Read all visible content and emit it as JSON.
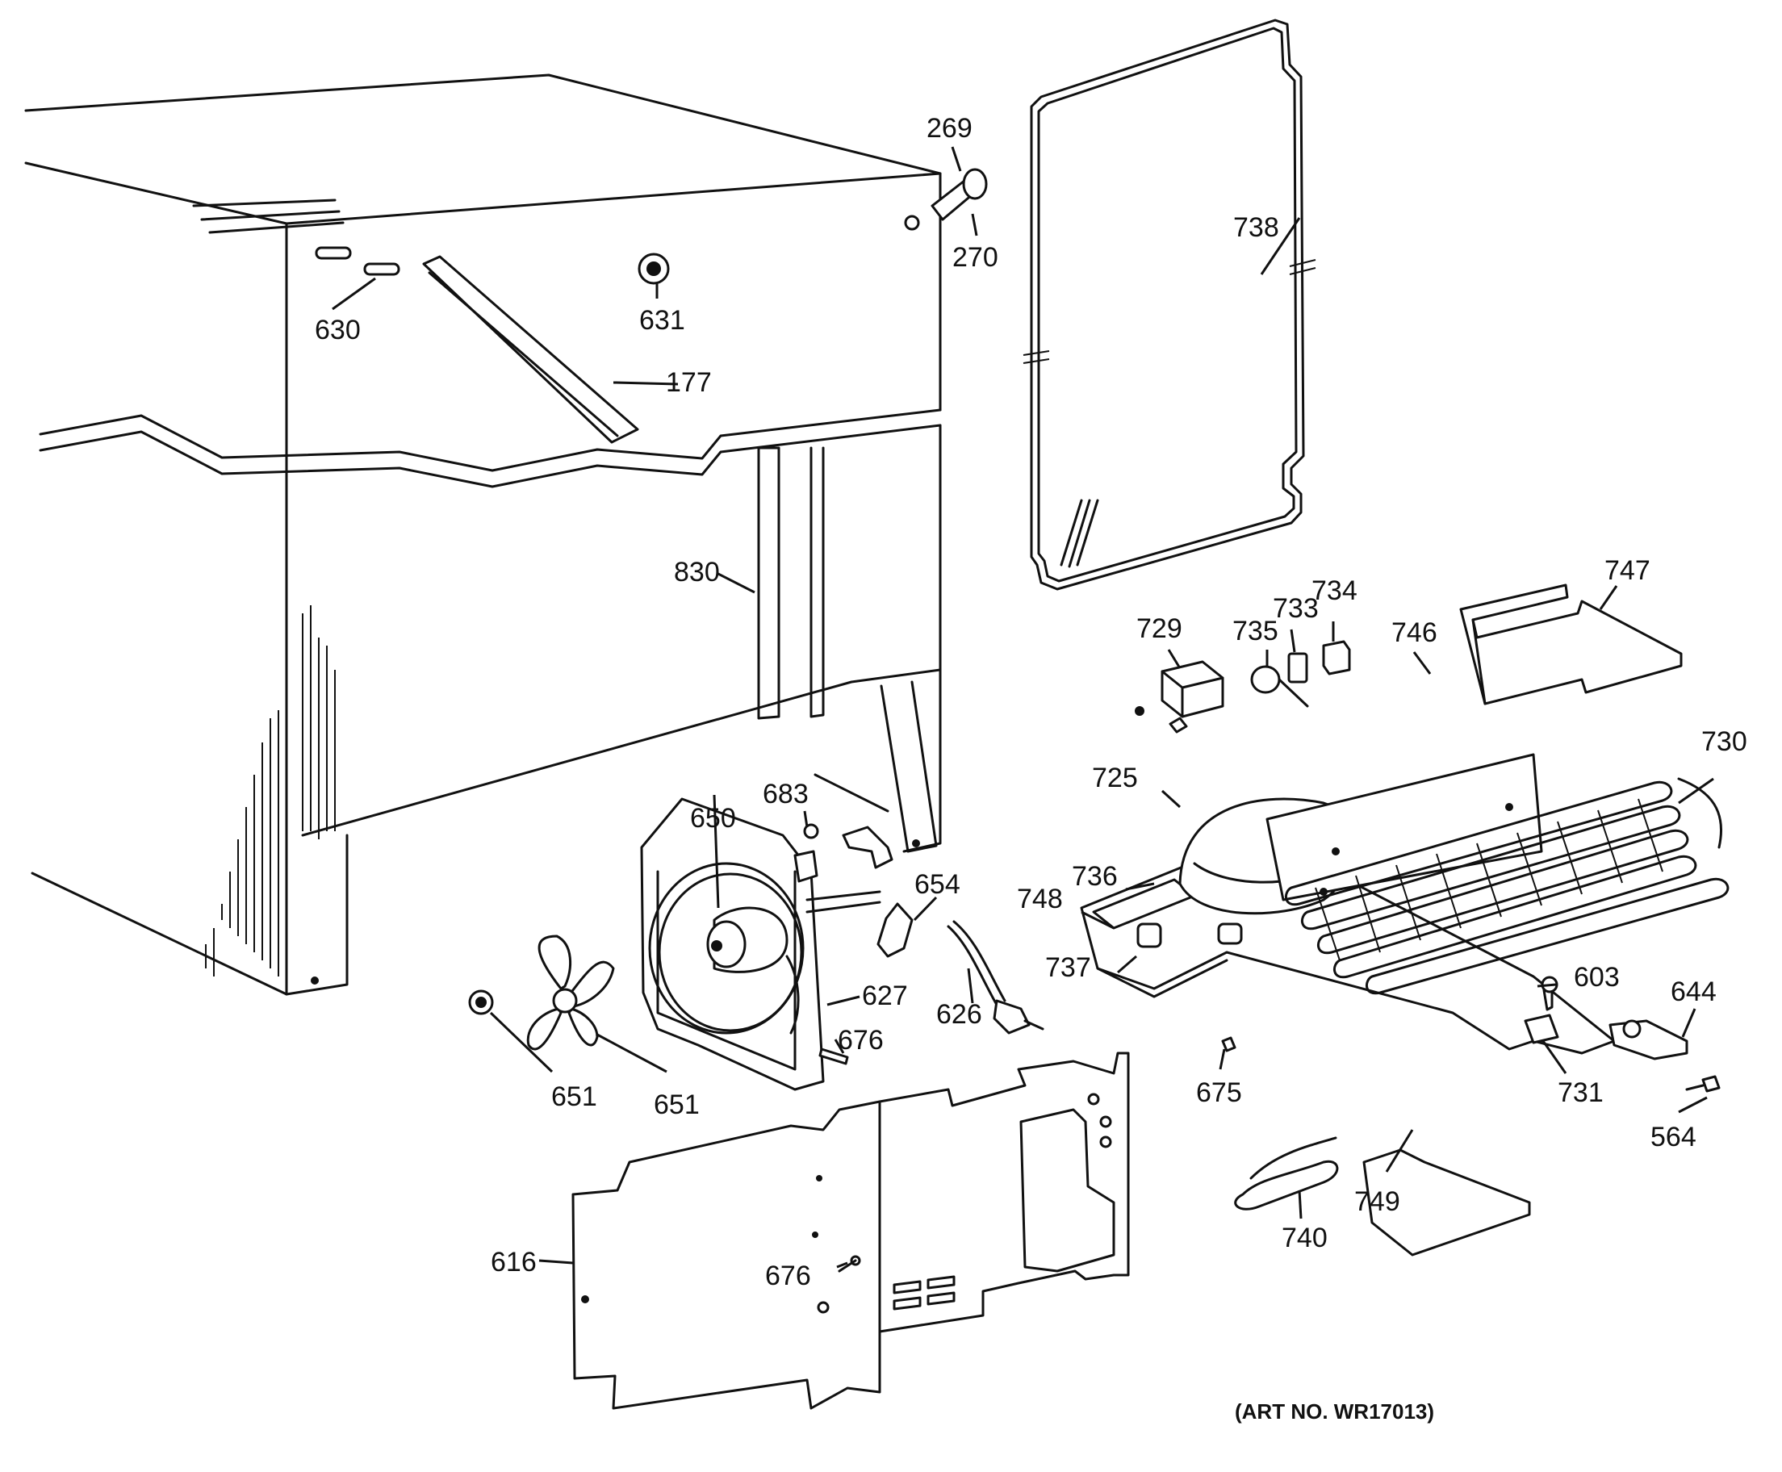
{
  "callouts": {
    "c177": "177",
    "c269": "269",
    "c270": "270",
    "c564": "564",
    "c603": "603",
    "c616": "616",
    "c626": "626",
    "c627": "627",
    "c630": "630",
    "c631": "631",
    "c644": "644",
    "c650": "650",
    "c651a": "651",
    "c651b": "651",
    "c654": "654",
    "c675": "675",
    "c676a": "676",
    "c676b": "676",
    "c683": "683",
    "c725": "725",
    "c729": "729",
    "c730": "730",
    "c731": "731",
    "c733": "733",
    "c734": "734",
    "c735": "735",
    "c736": "736",
    "c737": "737",
    "c738": "738",
    "c740": "740",
    "c746": "746",
    "c747": "747",
    "c748": "748",
    "c749": "749",
    "c830": "830"
  },
  "art_number": "(ART NO. WR17013)"
}
